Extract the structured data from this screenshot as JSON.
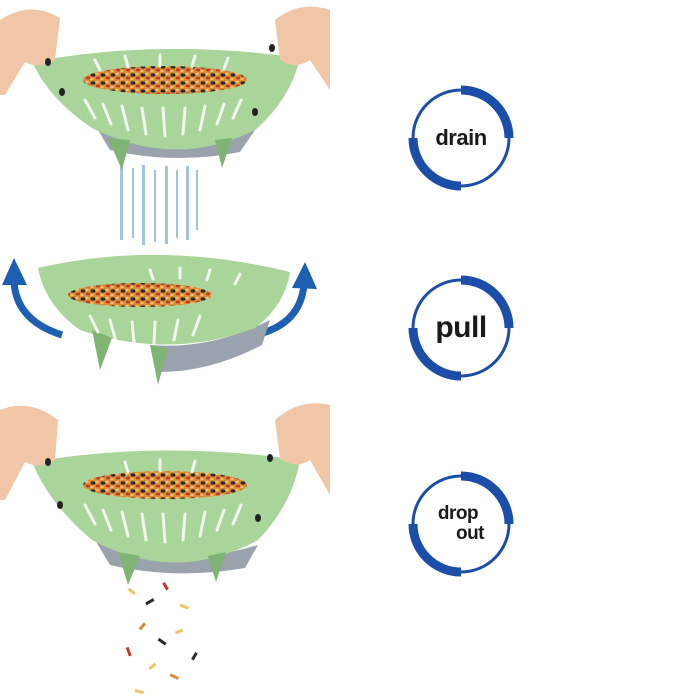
{
  "steps": [
    {
      "id": "drain",
      "label": "drain"
    },
    {
      "id": "pull",
      "label": "pull"
    },
    {
      "id": "drop-out",
      "label_line1": "drop",
      "label_line2": "out"
    }
  ],
  "colors": {
    "badge_ring": "#1b4ea8",
    "arrow": "#1d5fb0",
    "colander": "#a9d49a",
    "colander_dark": "#7fb474",
    "inner_bowl": "#9aa2ae",
    "skin": "#f1c6a6",
    "nail": "#222222",
    "water": "#8fb4d9"
  },
  "icons": [
    "curved-arrow-left-icon",
    "curved-arrow-right-icon"
  ]
}
